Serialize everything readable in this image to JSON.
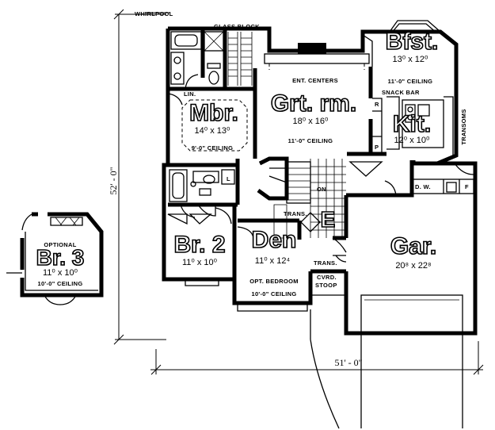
{
  "rooms": {
    "mbr": {
      "name": "Mbr.",
      "size": "14⁰ x 13⁰",
      "ceiling": "9'-0\" CEILING"
    },
    "grt": {
      "name": "Grt. rm.",
      "size": "18⁰ x 16⁰",
      "ceiling": "11'-0\" CEILING"
    },
    "bfst": {
      "name": "Bfst.",
      "size": "13⁰ x 12⁰",
      "ceiling": "11'-0\" CEILING"
    },
    "kit": {
      "name": "Kit.",
      "size": "12⁰ x 10⁰"
    },
    "br2": {
      "name": "Br. 2",
      "size": "11⁰ x 10⁰"
    },
    "den": {
      "name": "Den",
      "size": "11⁰ x 12⁴",
      "alt": "OPT. BEDROOM",
      "ceiling": "10'-0\" CEILING"
    },
    "gar": {
      "name": "Gar.",
      "size": "20⁸ x 22⁸"
    },
    "br3": {
      "label": "OPTIONAL",
      "name": "Br. 3",
      "size": "11⁰ x 10⁰",
      "ceiling": "10'-0\" CEILING"
    },
    "entry": {
      "name": "E"
    }
  },
  "notes": {
    "whirlpool": "WHIRLPOOL",
    "glass_block": "GLASS BLOCK",
    "ent_centers": "ENT. CENTERS",
    "snack_bar": "SNACK BAR",
    "transoms": "TRANSOMS",
    "lin": "LIN.",
    "on": "ON",
    "trans1": "TRANS.",
    "trans2": "TRANS.",
    "cvrd_stoop": "CVRD. STOOP",
    "l": "L",
    "r": "R",
    "p": "P",
    "dw": "D. W.",
    "f": "F"
  },
  "dimensions": {
    "depth": "52' - 0\"",
    "width": "51' - 0\""
  }
}
